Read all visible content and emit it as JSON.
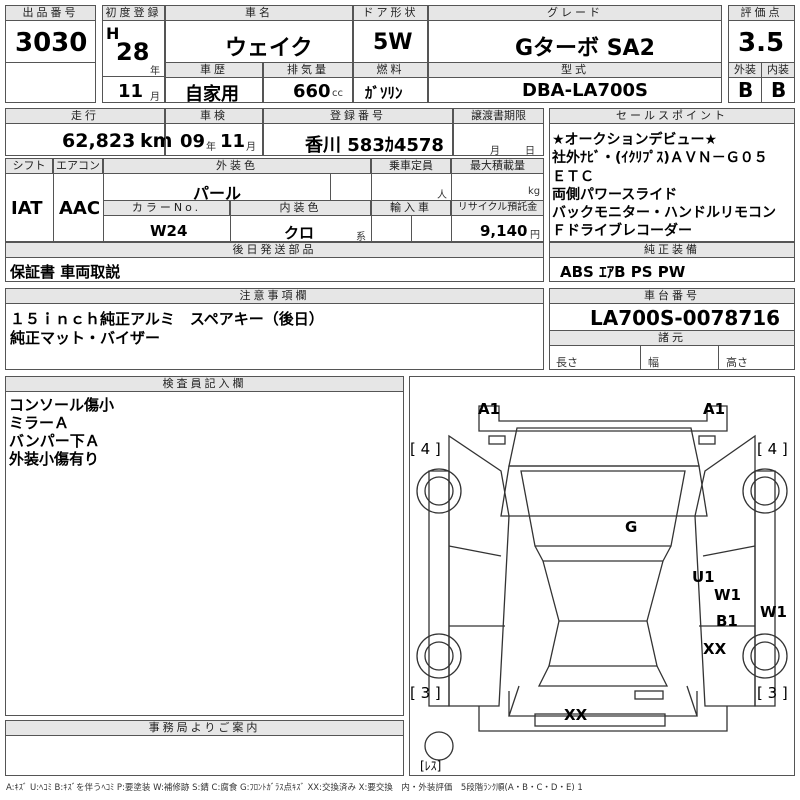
{
  "header": {
    "lot_label": "出品番号",
    "lot_value": "3030",
    "first_reg_label": "初度登録",
    "era": "H",
    "year": "28",
    "year_unit": "年",
    "month": "11",
    "month_unit": "月",
    "car_name_label": "車名",
    "car_name": "ウェイク",
    "doors_label": "ドア形状",
    "doors": "5W",
    "grade_label": "グレード",
    "grade": "Gターボ SA2",
    "score_label": "評価点",
    "score": "3.5",
    "history_label": "車歴",
    "history": "自家用",
    "displacement_label": "排気量",
    "displacement": "660",
    "displacement_unit": "cc",
    "fuel_label": "燃料",
    "fuel": "ｶﾞｿﾘﾝ",
    "model_label": "型式",
    "model": "DBA-LA700S",
    "ext_label": "外装",
    "ext": "B",
    "int_label": "内装",
    "int": "B"
  },
  "row2": {
    "mileage_label": "走行",
    "mileage": "62,823",
    "mileage_unit": "km",
    "inspection_label": "車検",
    "insp_year": "09",
    "insp_year_unit": "年",
    "insp_month": "11",
    "insp_month_unit": "月",
    "plate_label": "登録番号",
    "plate": "香川 583ｶ4578",
    "transfer_label": "譲渡書期限",
    "transfer_month_unit": "月",
    "transfer_day_unit": "日"
  },
  "row3": {
    "shift_label": "シフト",
    "shift": "IAT",
    "ac_label": "エアコン",
    "ac": "AAC",
    "ext_color_label": "外装色",
    "ext_color": "パール",
    "capacity_label": "乗車定員",
    "capacity_unit": "人",
    "load_label": "最大積載量",
    "load_unit": "kg",
    "color_no_label": "カラーNo.",
    "color_no": "W24",
    "int_color_label": "内装色",
    "int_color": "クロ",
    "int_color_unit": "系",
    "import_label": "輸入車",
    "recycle_label": "リサイクル預託金",
    "recycle": "9,140",
    "recycle_unit": "円"
  },
  "selling": {
    "label": "セールスポイント",
    "lines": [
      "★オークションデビュー★",
      "社外ﾅﾋﾞ・(ｲｸﾘﾌﾟｽ)ＡＶＮ－Ｇ０５",
      "ＥＴＣ",
      "両側パワースライド",
      "バックモニター・ハンドルリモコン",
      "Ｆドライブレコーダー"
    ]
  },
  "shipping": {
    "label": "後日発送部品",
    "value": "保証書 車両取説"
  },
  "equipment": {
    "label": "純正装備",
    "value": "ABS ｴｱB PS PW"
  },
  "notes": {
    "label": "注意事項欄",
    "lines": [
      "１５ｉｎｃｈ純正アルミ　スペアキー（後日）",
      "純正マット・バイザー"
    ]
  },
  "chassis": {
    "label": "車台番号",
    "value": "LA700S-0078716",
    "dims_label": "諸元",
    "length": "長さ",
    "width": "幅",
    "height": "高さ"
  },
  "inspector": {
    "label": "検査員記入欄",
    "lines": [
      "コンソール傷小",
      "ミラーＡ",
      "バンパー下Ａ",
      "外装小傷有り"
    ]
  },
  "diagram": {
    "marks": [
      "A1",
      "A1",
      "G",
      "U1",
      "W1",
      "W1",
      "B1",
      "XX",
      "XX"
    ],
    "brackets": [
      "[ 4 ]",
      "[ 4 ]",
      "[ 3 ]",
      "[ 3 ]",
      "[ﾚｽ]"
    ]
  },
  "office": {
    "label": "事務局よりご案内"
  },
  "legend": "A:ｷｽﾞ U:ﾍｺﾐ B:ｷｽﾞを伴うﾍｺﾐ P:要塗装 W:補修跡 S:錆 C:腐食 G:ﾌﾛﾝﾄｶﾞﾗｽ点ｷｽﾞ XX:交換済み X:要交換　内・外装評価　5段階ﾗﾝｸ順(A・B・C・D・E) 1"
}
